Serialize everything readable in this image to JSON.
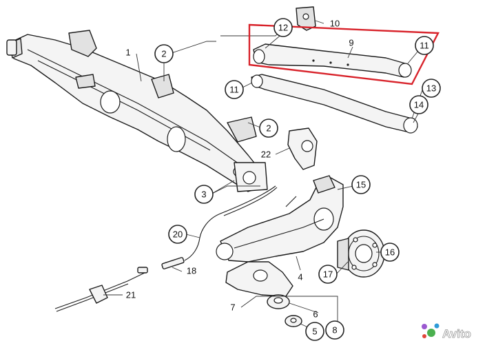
{
  "callouts": [
    {
      "id": "c1",
      "label": "1"
    },
    {
      "id": "c2a",
      "label": "2"
    },
    {
      "id": "c2b",
      "label": "2"
    },
    {
      "id": "c3",
      "label": "3"
    },
    {
      "id": "c4",
      "label": "4"
    },
    {
      "id": "c5",
      "label": "5"
    },
    {
      "id": "c6",
      "label": "6"
    },
    {
      "id": "c7",
      "label": "7"
    },
    {
      "id": "c8",
      "label": "8"
    },
    {
      "id": "c9",
      "label": "9"
    },
    {
      "id": "c10",
      "label": "10"
    },
    {
      "id": "c11a",
      "label": "11"
    },
    {
      "id": "c11b",
      "label": "11"
    },
    {
      "id": "c12",
      "label": "12"
    },
    {
      "id": "c13",
      "label": "13"
    },
    {
      "id": "c14",
      "label": "14"
    },
    {
      "id": "c15",
      "label": "15"
    },
    {
      "id": "c16",
      "label": "16"
    },
    {
      "id": "c17",
      "label": "17"
    },
    {
      "id": "c18",
      "label": "18"
    },
    {
      "id": "c20",
      "label": "20"
    },
    {
      "id": "c21",
      "label": "21"
    },
    {
      "id": "c22",
      "label": "22"
    }
  ],
  "watermark": {
    "brand": "Avito"
  },
  "colors": {
    "highlight": "#d8222a",
    "watermark_green": "#4bb04f",
    "line": "#1a1a1a"
  }
}
